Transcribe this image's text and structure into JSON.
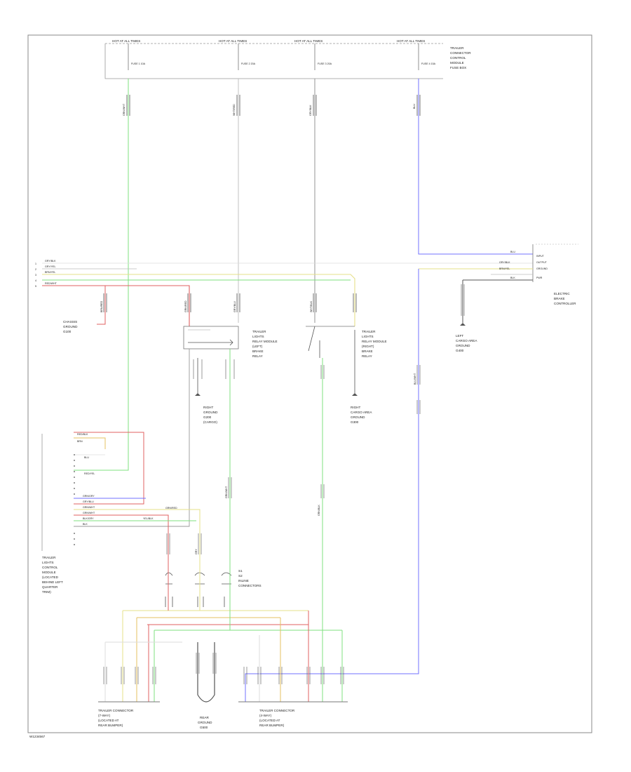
{
  "diagram": {
    "footer_code": "W1234567",
    "top_fuse_panel": {
      "bus_labels": [
        "HOT AT ALL TIMES",
        "HOT AT ALL TIMES",
        "HOT AT ALL TIMES",
        "HOT AT ALL TIMES"
      ],
      "fuse_labels": [
        "FUSE 1 10A",
        "FUSE 2 20A",
        "FUSE 3 20A",
        "FUSE 4 15A"
      ],
      "panel_label": [
        "TRAILER",
        "CONNECTOR",
        "CONTROL",
        "MODULE",
        "FUSE BOX"
      ]
    },
    "wire_labels": {
      "fuse1_wire": "GRN/WHT",
      "fuse2_wire": "WHT/RED",
      "fuse3_wire": "GRY/BLK",
      "fuse4_wire": "BLU",
      "left_bus_1": "GRY/BLK",
      "left_bus_2": "GRY/YEL",
      "left_bus_3": "BRN/YEL",
      "left_bus_4": "RED/WHT",
      "ground_wire": "BRN/RED",
      "relay1_wire": "GRN/RED",
      "relay2_wire": "GRY/BLU",
      "relay2_wire_b": "WHT/BLK",
      "left_module_pins": [
        "RED/BLK",
        "BRN",
        "BLU",
        "RED/YEL",
        "GRN/GRY",
        "GRY/BLU",
        "GRN/WHT",
        "GRN/WHT",
        "BLK/GRY",
        "BLK"
      ],
      "controller_pins": [
        "BLU",
        "GRY/BLK",
        "BRN/YEL",
        "BLK"
      ],
      "mid_wire_1": "GRN/WHT",
      "mid_wire_2": "GRY",
      "mid_wire_3": "BLU/WHT",
      "right_down_wire": "GRN/BLK",
      "junction_label": "GRN/RED",
      "junction_label_b": "YEL/BLK"
    },
    "components": {
      "ground_left": [
        "CHASSIS",
        "GROUND",
        "G100"
      ],
      "relay_left": [
        "TRAILER",
        "LIGHTS",
        "RELAY MODULE",
        "(LEFT)",
        "BRAKE",
        "RELAY"
      ],
      "ground_relay_left": [
        "RIGHT",
        "GROUND",
        "G200",
        "(CARGO)"
      ],
      "relay_right": [
        "TRAILER",
        "LIGHTS",
        "RELAY MODULE",
        "(RIGHT)",
        "BRAKE",
        "RELAY"
      ],
      "ground_relay_right": [
        "RIGHT",
        "CARGO AREA",
        "GROUND",
        "G300"
      ],
      "controller": [
        "ELECTRIC",
        "BRAKE",
        "CONTROLLER"
      ],
      "controller_pin_names": [
        "INPUT",
        "OUTPUT",
        "GROUND",
        "PWR"
      ],
      "ground_controller": [
        "LEFT",
        "CARGO AREA",
        "GROUND",
        "G400"
      ],
      "left_module": [
        "TRAILER",
        "LIGHTS",
        "CONTROL",
        "MODULE",
        "(LOCATED",
        "BEHIND LEFT",
        "QUARTER",
        "TRIM)"
      ],
      "splice_label": [
        "S1",
        "S2",
        "INLINE",
        "CONNECTORS"
      ],
      "connector_left": [
        "TRAILER CONNECTOR",
        "(7-WAY)",
        "(LOCATED AT",
        "REAR BUMPER)"
      ],
      "connector_right": [
        "TRAILER CONNECTOR",
        "(4-WAY)",
        "(LOCATED AT",
        "REAR BUMPER)"
      ],
      "ground_bottom": [
        "REAR",
        "GROUND",
        "G500"
      ]
    }
  }
}
